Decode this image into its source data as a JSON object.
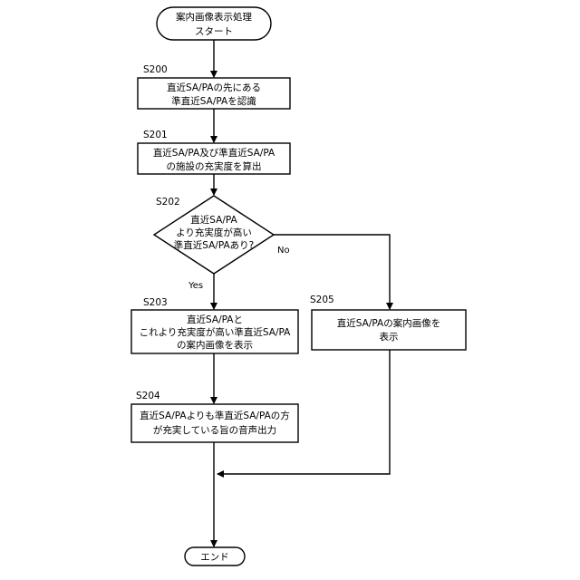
{
  "flowchart": {
    "start": {
      "lines": [
        "案内画像表示処理",
        "スタート"
      ]
    },
    "s200": {
      "step": "S200",
      "lines": [
        "直近SA/PAの先にある",
        "準直近SA/PAを認識"
      ]
    },
    "s201": {
      "step": "S201",
      "lines": [
        "直近SA/PA及び準直近SA/PA",
        "の施設の充実度を算出"
      ]
    },
    "s202": {
      "step": "S202",
      "lines": [
        "直近SA/PA",
        "より充実度が高い",
        "準直近SA/PAあり?"
      ]
    },
    "s203": {
      "step": "S203",
      "lines": [
        "直近SA/PAと",
        "これより充実度が高い準直近SA/PA",
        "の案内画像を表示"
      ]
    },
    "s204": {
      "step": "S204",
      "lines": [
        "直近SA/PAよりも準直近SA/PAの方",
        "が充実している旨の音声出力"
      ]
    },
    "s205": {
      "step": "S205",
      "lines": [
        "直近SA/PAの案内画像を",
        "表示"
      ]
    },
    "end": {
      "lines": [
        "エンド"
      ]
    },
    "branch_yes": "Yes",
    "branch_no": "No"
  }
}
